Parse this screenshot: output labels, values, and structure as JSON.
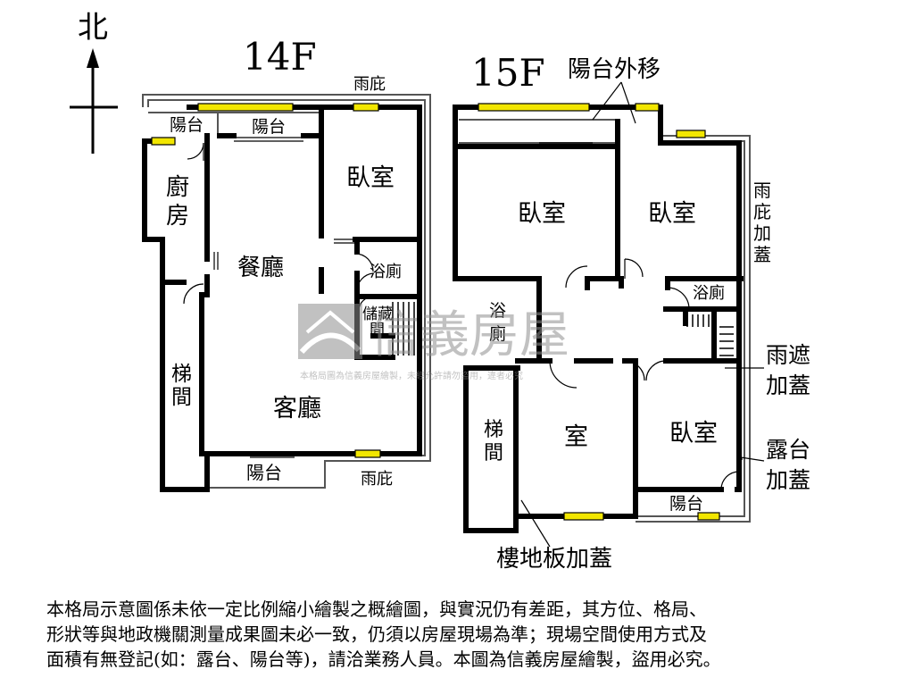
{
  "compass": {
    "north": "北"
  },
  "floors": {
    "f14": "14F",
    "f15": "15F"
  },
  "rooms14": {
    "balcony_small": "陽台",
    "balcony_top": "陽台",
    "bedroom": "臥室",
    "kitchen": [
      "廚",
      "房"
    ],
    "dining": "餐廳",
    "bath": "浴廁",
    "storage": [
      "儲藏",
      "間"
    ],
    "stair": [
      "梯",
      "間"
    ],
    "living": "客廳",
    "balcony_bottom": "陽台",
    "canopy_top": "雨庇",
    "canopy_bottom": "雨庇"
  },
  "rooms15": {
    "balcony_moved": "陽台外移",
    "bedroom_left": "臥室",
    "bedroom_right": "臥室",
    "canopy_cover": [
      "雨",
      "庇",
      "加",
      "蓋"
    ],
    "bath_right": "浴廁",
    "bath_left": [
      "浴",
      "廁"
    ],
    "rain_cover": [
      "雨遮",
      "加蓋"
    ],
    "stair": [
      "梯",
      "間"
    ],
    "room": "室",
    "bedroom_bottom": "臥室",
    "terrace_cover": [
      "露台",
      "加蓋"
    ],
    "balcony": "陽台",
    "floor_cover": "樓地板加蓋"
  },
  "watermark": {
    "brand": "信義房屋",
    "note": "本格局圖為信義房屋繪製，未經允許請勿盜用，違者必究"
  },
  "disclaimer": [
    "本格局示意圖係未依一定比例縮小繪製之概繪圖，與實況仍有差距，其方位、格局、",
    "形狀等與地政機關測量成果圖未必一致，仍須以房屋現場為準；現場空間使用方式及",
    "面積有無登記(如：露台、陽台等)，請洽業務人員。本圖為信義房屋繪製，盜用必究。"
  ],
  "colors": {
    "wall": "#000000",
    "window": "#f2e600",
    "watermark": "#9a9a9a"
  }
}
